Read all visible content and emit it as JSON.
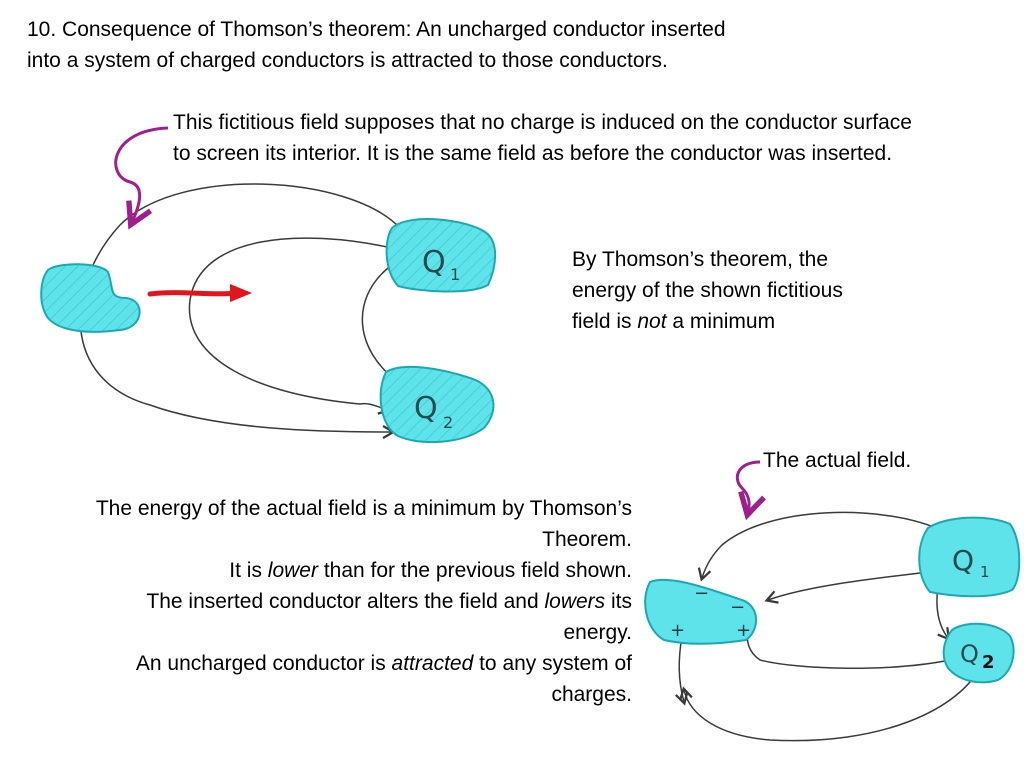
{
  "slide": {
    "title_line1": "10.  Consequence of Thomson’s theorem:  An uncharged conductor inserted",
    "title_line2": "into a system of charged conductors is attracted to those conductors.",
    "note_fictitious_line1": "This fictitious field supposes that no charge is induced on the conductor surface",
    "note_fictitious_line2": "to screen its interior.  It is the same field as before the conductor was inserted.",
    "note_thomson_line1": "By Thomson’s theorem, the",
    "note_thomson_line2": "energy of the shown fictitious",
    "note_thomson_line3_pre": "field is ",
    "note_thomson_line3_em": "not",
    "note_thomson_line3_post": " a minimum",
    "note_actual": "The actual field.",
    "para_line1": "The energy of the actual field is a minimum by Thomson’s",
    "para_line2": "Theorem.",
    "para_line3_pre": "It is ",
    "para_line3_em": "lower",
    "para_line3_post": " than for the previous field shown.",
    "para_line4_pre": "The inserted conductor alters the field and ",
    "para_line4_em": "lowers",
    "para_line4_post": " its",
    "para_line5": "energy.",
    "para_line6_pre": "An uncharged conductor is ",
    "para_line6_em": "attracted",
    "para_line6_post": " to any system of",
    "para_line7": "charges."
  },
  "diagram_labels": {
    "q1": "Q",
    "q1_sub": "1",
    "q2": "Q",
    "q2_sub": "2",
    "minus": "−",
    "plus": "+",
    "slide_number": "2"
  },
  "colors": {
    "conductor_fill": "#5ee3ea",
    "conductor_stroke": "#1aa9b3",
    "pointer_purple": "#a01f8e",
    "arrow_red": "#e0161c",
    "field_line": "#3a3a3a"
  }
}
